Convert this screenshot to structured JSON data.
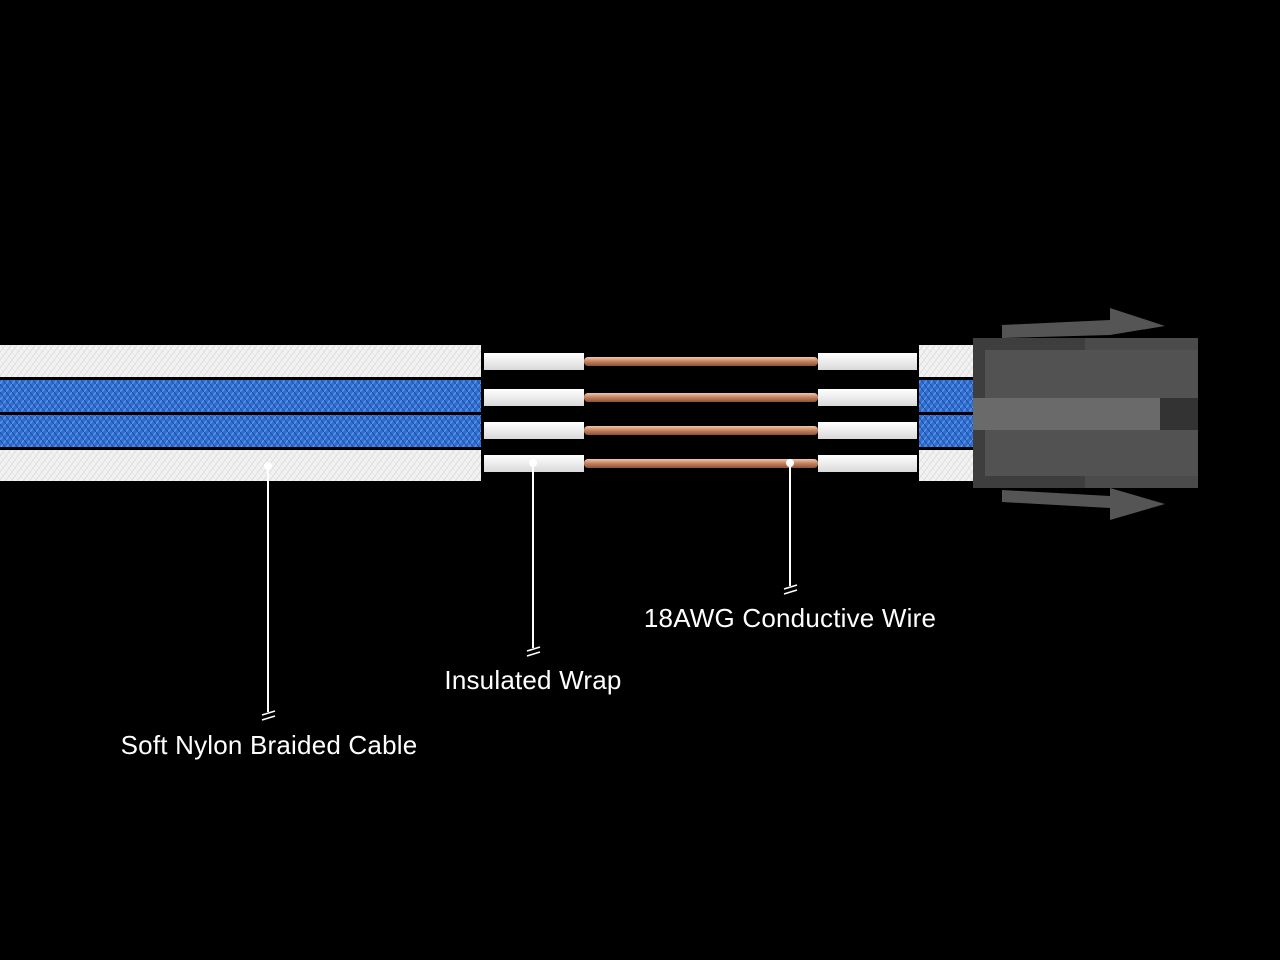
{
  "labels": {
    "braided_cable": "Soft Nylon Braided Cable",
    "insulated_wrap": "Insulated Wrap",
    "conductive_wire": "18AWG Conductive Wire"
  },
  "colors": {
    "background": "#000000",
    "braid_white": "#f2f2f2",
    "braid_blue": "#2f6fd0",
    "insulation": "#f4f4f4",
    "copper": "#c98a6a",
    "connector": "#4a4a4a",
    "callout_line": "#ffffff"
  }
}
